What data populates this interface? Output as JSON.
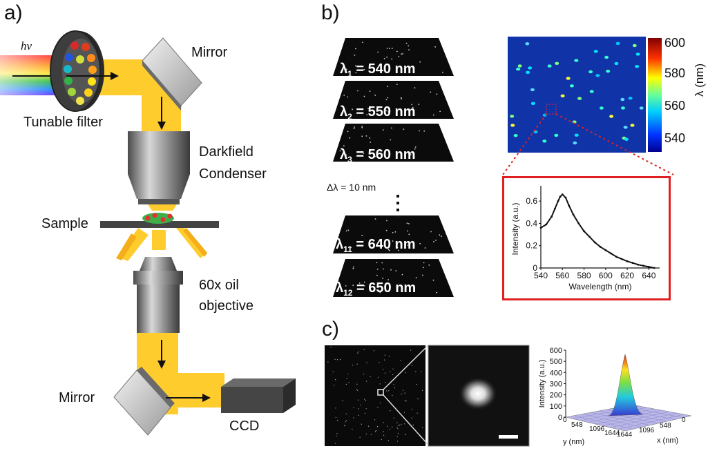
{
  "panels": {
    "a": "a)",
    "b": "b)",
    "c": "c)"
  },
  "setup": {
    "light_symbol": "hν",
    "tunable_filter": "Tunable filter",
    "mirror_top": "Mirror",
    "condenser_line1": "Darkfield",
    "condenser_line2": "Condenser",
    "sample": "Sample",
    "objective_line1": "60x oil",
    "objective_line2": "objective",
    "mirror_bottom": "Mirror",
    "ccd": "CCD",
    "filter_dot_colors": [
      "#d42a2a",
      "#e03c1c",
      "#2255dd",
      "#ff8c1a",
      "#19b8c8",
      "#ff9f1c",
      "#33b24a",
      "#ffe21a",
      "#9fd63a",
      "#ffd21a",
      "#f0e34a",
      "#d0e040"
    ],
    "beam_color": "#ffcc2e"
  },
  "stack": {
    "layers": [
      {
        "sym": "λ",
        "sub": "1",
        "text": "= 540 nm"
      },
      {
        "sym": "λ",
        "sub": "2",
        "text": "= 550 nm"
      },
      {
        "sym": "λ",
        "sub": "3",
        "text": "= 560 nm"
      },
      {
        "sym": "λ",
        "sub": "11",
        "text": "= 640 nm"
      },
      {
        "sym": "λ",
        "sub": "12",
        "text": "= 650 nm"
      }
    ],
    "delta": "Δλ = 10 nm"
  },
  "colorbar": {
    "ticks": [
      "600",
      "580",
      "560",
      "540"
    ],
    "label": "λ (nm)"
  },
  "chart_data": [
    {
      "type": "line",
      "xlabel": "Wavelength (nm)",
      "ylabel": "Intensity (a.u.)",
      "xlim": [
        540,
        650
      ],
      "ylim": [
        0,
        0.7
      ],
      "xticks": [
        "540",
        "560",
        "580",
        "600",
        "620",
        "640"
      ],
      "yticks": [
        "0",
        "0.2",
        "0.4",
        "0.6"
      ],
      "series": [
        {
          "x": [
            540,
            545,
            550,
            553,
            556,
            558,
            560,
            563,
            566,
            570,
            575,
            580,
            585,
            590,
            595,
            600,
            605,
            610,
            615,
            620,
            625,
            630,
            635,
            640,
            645
          ],
          "y": [
            0.36,
            0.39,
            0.46,
            0.53,
            0.6,
            0.64,
            0.66,
            0.63,
            0.56,
            0.48,
            0.4,
            0.33,
            0.28,
            0.23,
            0.19,
            0.16,
            0.13,
            0.1,
            0.08,
            0.06,
            0.045,
            0.03,
            0.02,
            0.01,
            0.0
          ]
        }
      ]
    },
    {
      "type": "area",
      "zlabel": "Intensity (a.u.)",
      "zticks": [
        "0",
        "100",
        "200",
        "300",
        "400",
        "500",
        "600"
      ],
      "y_axis_label": "y (nm)",
      "x_axis_label": "x (nm)",
      "y_ticks": [
        "0",
        "548",
        "1096",
        "1644"
      ],
      "x_ticks": [
        "1644",
        "1096",
        "548",
        "0"
      ],
      "peak_intensity": 600
    }
  ]
}
